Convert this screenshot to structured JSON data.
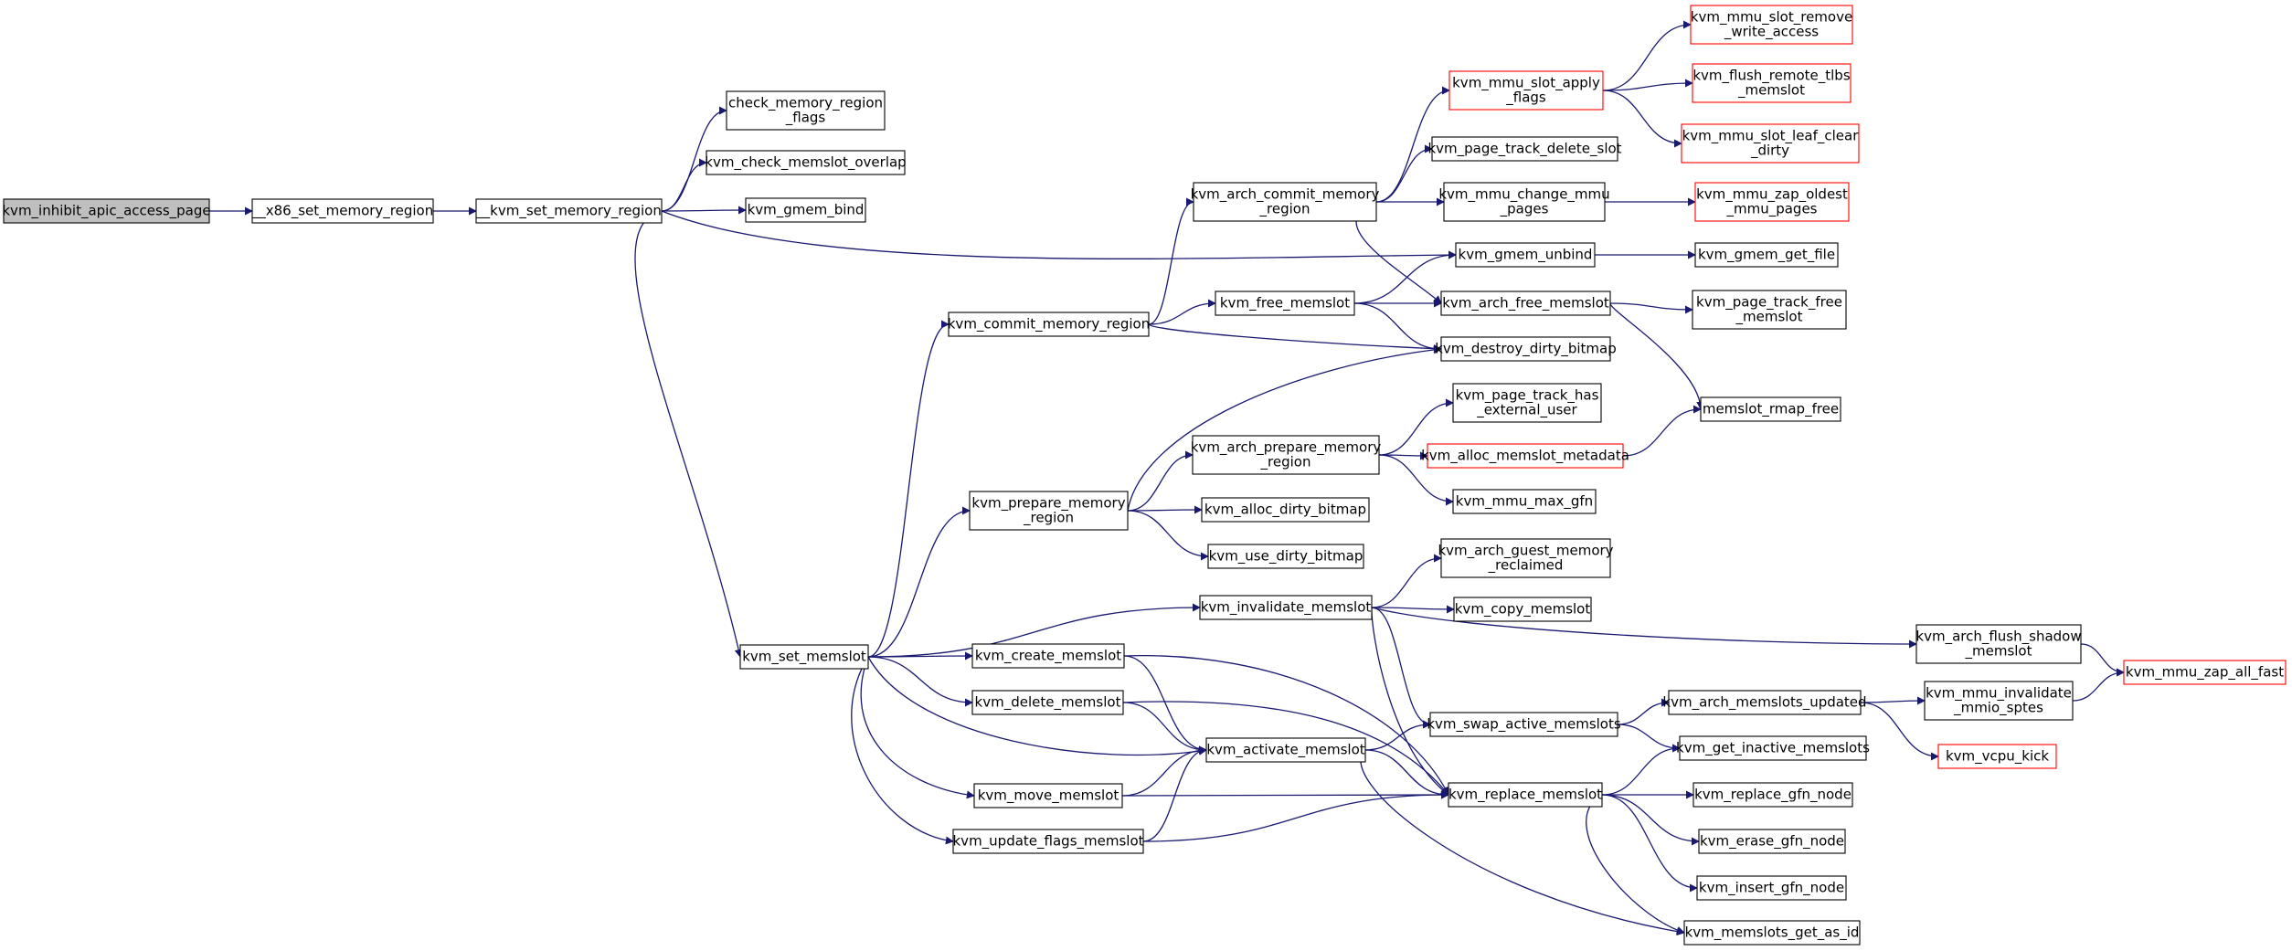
{
  "graph": {
    "colors": {
      "edge": "#191970",
      "node_border": "#000000",
      "node_border_truncated": "#ff0000",
      "root_fill": "#bfbfbf",
      "node_fill": "#ffffff"
    },
    "nodes": [
      {
        "id": "kvm_inhibit_apic_access_page",
        "lines": [
          "kvm_inhibit_apic_access_page"
        ],
        "style": "root"
      },
      {
        "id": "__x86_set_memory_region",
        "lines": [
          "__x86_set_memory_region"
        ],
        "style": "normal"
      },
      {
        "id": "__kvm_set_memory_region",
        "lines": [
          "__kvm_set_memory_region"
        ],
        "style": "normal"
      },
      {
        "id": "check_memory_region_flags",
        "lines": [
          "check_memory_region",
          "_flags"
        ],
        "style": "normal"
      },
      {
        "id": "kvm_check_memslot_overlap",
        "lines": [
          "kvm_check_memslot_overlap"
        ],
        "style": "normal"
      },
      {
        "id": "kvm_gmem_bind",
        "lines": [
          "kvm_gmem_bind"
        ],
        "style": "normal"
      },
      {
        "id": "kvm_set_memslot",
        "lines": [
          "kvm_set_memslot"
        ],
        "style": "normal"
      },
      {
        "id": "kvm_gmem_unbind",
        "lines": [
          "kvm_gmem_unbind"
        ],
        "style": "normal"
      },
      {
        "id": "kvm_commit_memory_region",
        "lines": [
          "kvm_commit_memory_region"
        ],
        "style": "normal"
      },
      {
        "id": "kvm_prepare_memory_region",
        "lines": [
          "kvm_prepare_memory",
          "_region"
        ],
        "style": "normal"
      },
      {
        "id": "kvm_invalidate_memslot",
        "lines": [
          "kvm_invalidate_memslot"
        ],
        "style": "normal"
      },
      {
        "id": "kvm_create_memslot",
        "lines": [
          "kvm_create_memslot"
        ],
        "style": "normal"
      },
      {
        "id": "kvm_delete_memslot",
        "lines": [
          "kvm_delete_memslot"
        ],
        "style": "normal"
      },
      {
        "id": "kvm_activate_memslot",
        "lines": [
          "kvm_activate_memslot"
        ],
        "style": "normal"
      },
      {
        "id": "kvm_move_memslot",
        "lines": [
          "kvm_move_memslot"
        ],
        "style": "normal"
      },
      {
        "id": "kvm_update_flags_memslot",
        "lines": [
          "kvm_update_flags_memslot"
        ],
        "style": "normal"
      },
      {
        "id": "kvm_arch_commit_memory_region",
        "lines": [
          "kvm_arch_commit_memory",
          "_region"
        ],
        "style": "normal"
      },
      {
        "id": "kvm_free_memslot",
        "lines": [
          "kvm_free_memslot"
        ],
        "style": "normal"
      },
      {
        "id": "kvm_destroy_dirty_bitmap",
        "lines": [
          "kvm_destroy_dirty_bitmap"
        ],
        "style": "normal"
      },
      {
        "id": "kvm_arch_prepare_memory_region",
        "lines": [
          "kvm_arch_prepare_memory",
          "_region"
        ],
        "style": "normal"
      },
      {
        "id": "kvm_alloc_dirty_bitmap",
        "lines": [
          "kvm_alloc_dirty_bitmap"
        ],
        "style": "normal"
      },
      {
        "id": "kvm_use_dirty_bitmap",
        "lines": [
          "kvm_use_dirty_bitmap"
        ],
        "style": "normal"
      },
      {
        "id": "kvm_mmu_slot_apply_flags",
        "lines": [
          "kvm_mmu_slot_apply",
          "_flags"
        ],
        "style": "truncated"
      },
      {
        "id": "kvm_page_track_delete_slot",
        "lines": [
          "kvm_page_track_delete_slot"
        ],
        "style": "normal"
      },
      {
        "id": "kvm_mmu_change_mmu_pages",
        "lines": [
          "kvm_mmu_change_mmu",
          "_pages"
        ],
        "style": "normal"
      },
      {
        "id": "kvm_arch_free_memslot",
        "lines": [
          "kvm_arch_free_memslot"
        ],
        "style": "normal"
      },
      {
        "id": "kvm_page_track_has_external_user",
        "lines": [
          "kvm_page_track_has",
          "_external_user"
        ],
        "style": "normal"
      },
      {
        "id": "kvm_alloc_memslot_metadata",
        "lines": [
          "kvm_alloc_memslot_metadata"
        ],
        "style": "truncated"
      },
      {
        "id": "kvm_mmu_max_gfn",
        "lines": [
          "kvm_mmu_max_gfn"
        ],
        "style": "normal"
      },
      {
        "id": "kvm_arch_guest_memory_reclaimed",
        "lines": [
          "kvm_arch_guest_memory",
          "_reclaimed"
        ],
        "style": "normal"
      },
      {
        "id": "kvm_copy_memslot",
        "lines": [
          "kvm_copy_memslot"
        ],
        "style": "normal"
      },
      {
        "id": "kvm_swap_active_memslots",
        "lines": [
          "kvm_swap_active_memslots"
        ],
        "style": "normal"
      },
      {
        "id": "kvm_replace_memslot",
        "lines": [
          "kvm_replace_memslot"
        ],
        "style": "normal"
      },
      {
        "id": "kvm_mmu_slot_remove_write_access",
        "lines": [
          "kvm_mmu_slot_remove",
          "_write_access"
        ],
        "style": "truncated"
      },
      {
        "id": "kvm_flush_remote_tlbs_memslot",
        "lines": [
          "kvm_flush_remote_tlbs",
          "_memslot"
        ],
        "style": "truncated"
      },
      {
        "id": "kvm_mmu_slot_leaf_clear_dirty",
        "lines": [
          "kvm_mmu_slot_leaf_clear",
          "_dirty"
        ],
        "style": "truncated"
      },
      {
        "id": "kvm_mmu_zap_oldest_mmu_pages",
        "lines": [
          "kvm_mmu_zap_oldest",
          "_mmu_pages"
        ],
        "style": "truncated"
      },
      {
        "id": "kvm_gmem_get_file",
        "lines": [
          "kvm_gmem_get_file"
        ],
        "style": "normal"
      },
      {
        "id": "kvm_page_track_free_memslot",
        "lines": [
          "kvm_page_track_free",
          "_memslot"
        ],
        "style": "normal"
      },
      {
        "id": "memslot_rmap_free",
        "lines": [
          "memslot_rmap_free"
        ],
        "style": "normal"
      },
      {
        "id": "kvm_arch_flush_shadow_memslot",
        "lines": [
          "kvm_arch_flush_shadow",
          "_memslot"
        ],
        "style": "normal"
      },
      {
        "id": "kvm_arch_memslots_updated",
        "lines": [
          "kvm_arch_memslots_updated"
        ],
        "style": "normal"
      },
      {
        "id": "kvm_get_inactive_memslots",
        "lines": [
          "kvm_get_inactive_memslots"
        ],
        "style": "normal"
      },
      {
        "id": "kvm_replace_gfn_node",
        "lines": [
          "kvm_replace_gfn_node"
        ],
        "style": "normal"
      },
      {
        "id": "kvm_erase_gfn_node",
        "lines": [
          "kvm_erase_gfn_node"
        ],
        "style": "normal"
      },
      {
        "id": "kvm_insert_gfn_node",
        "lines": [
          "kvm_insert_gfn_node"
        ],
        "style": "normal"
      },
      {
        "id": "kvm_memslots_get_as_id",
        "lines": [
          "kvm_memslots_get_as_id"
        ],
        "style": "normal"
      },
      {
        "id": "kvm_mmu_invalidate_mmio_sptes",
        "lines": [
          "kvm_mmu_invalidate",
          "_mmio_sptes"
        ],
        "style": "normal"
      },
      {
        "id": "kvm_vcpu_kick",
        "lines": [
          "kvm_vcpu_kick"
        ],
        "style": "truncated"
      },
      {
        "id": "kvm_mmu_zap_all_fast",
        "lines": [
          "kvm_mmu_zap_all_fast"
        ],
        "style": "truncated"
      }
    ],
    "edges": [
      [
        "kvm_inhibit_apic_access_page",
        "__x86_set_memory_region"
      ],
      [
        "__x86_set_memory_region",
        "__kvm_set_memory_region"
      ],
      [
        "__kvm_set_memory_region",
        "check_memory_region_flags"
      ],
      [
        "__kvm_set_memory_region",
        "kvm_check_memslot_overlap"
      ],
      [
        "__kvm_set_memory_region",
        "kvm_gmem_bind"
      ],
      [
        "__kvm_set_memory_region",
        "kvm_gmem_unbind"
      ],
      [
        "__kvm_set_memory_region",
        "kvm_set_memslot"
      ],
      [
        "kvm_set_memslot",
        "kvm_commit_memory_region"
      ],
      [
        "kvm_set_memslot",
        "kvm_prepare_memory_region"
      ],
      [
        "kvm_set_memslot",
        "kvm_invalidate_memslot"
      ],
      [
        "kvm_set_memslot",
        "kvm_create_memslot"
      ],
      [
        "kvm_set_memslot",
        "kvm_delete_memslot"
      ],
      [
        "kvm_set_memslot",
        "kvm_activate_memslot"
      ],
      [
        "kvm_set_memslot",
        "kvm_move_memslot"
      ],
      [
        "kvm_set_memslot",
        "kvm_update_flags_memslot"
      ],
      [
        "kvm_commit_memory_region",
        "kvm_arch_commit_memory_region"
      ],
      [
        "kvm_commit_memory_region",
        "kvm_free_memslot"
      ],
      [
        "kvm_commit_memory_region",
        "kvm_destroy_dirty_bitmap"
      ],
      [
        "kvm_prepare_memory_region",
        "kvm_destroy_dirty_bitmap"
      ],
      [
        "kvm_prepare_memory_region",
        "kvm_arch_prepare_memory_region"
      ],
      [
        "kvm_prepare_memory_region",
        "kvm_alloc_dirty_bitmap"
      ],
      [
        "kvm_prepare_memory_region",
        "kvm_use_dirty_bitmap"
      ],
      [
        "kvm_arch_commit_memory_region",
        "kvm_mmu_slot_apply_flags"
      ],
      [
        "kvm_arch_commit_memory_region",
        "kvm_page_track_delete_slot"
      ],
      [
        "kvm_arch_commit_memory_region",
        "kvm_mmu_change_mmu_pages"
      ],
      [
        "kvm_arch_commit_memory_region",
        "kvm_arch_free_memslot"
      ],
      [
        "kvm_mmu_slot_apply_flags",
        "kvm_mmu_slot_remove_write_access"
      ],
      [
        "kvm_mmu_slot_apply_flags",
        "kvm_flush_remote_tlbs_memslot"
      ],
      [
        "kvm_mmu_slot_apply_flags",
        "kvm_mmu_slot_leaf_clear_dirty"
      ],
      [
        "kvm_mmu_change_mmu_pages",
        "kvm_mmu_zap_oldest_mmu_pages"
      ],
      [
        "kvm_free_memslot",
        "kvm_gmem_unbind"
      ],
      [
        "kvm_free_memslot",
        "kvm_arch_free_memslot"
      ],
      [
        "kvm_free_memslot",
        "kvm_destroy_dirty_bitmap"
      ],
      [
        "kvm_gmem_unbind",
        "kvm_gmem_get_file"
      ],
      [
        "kvm_arch_free_memslot",
        "kvm_page_track_free_memslot"
      ],
      [
        "kvm_arch_free_memslot",
        "memslot_rmap_free"
      ],
      [
        "kvm_arch_prepare_memory_region",
        "kvm_page_track_has_external_user"
      ],
      [
        "kvm_arch_prepare_memory_region",
        "kvm_alloc_memslot_metadata"
      ],
      [
        "kvm_arch_prepare_memory_region",
        "kvm_mmu_max_gfn"
      ],
      [
        "kvm_alloc_memslot_metadata",
        "memslot_rmap_free"
      ],
      [
        "kvm_invalidate_memslot",
        "kvm_arch_guest_memory_reclaimed"
      ],
      [
        "kvm_invalidate_memslot",
        "kvm_copy_memslot"
      ],
      [
        "kvm_invalidate_memslot",
        "kvm_arch_flush_shadow_memslot"
      ],
      [
        "kvm_invalidate_memslot",
        "kvm_swap_active_memslots"
      ],
      [
        "kvm_invalidate_memslot",
        "kvm_replace_memslot"
      ],
      [
        "kvm_create_memslot",
        "kvm_activate_memslot"
      ],
      [
        "kvm_create_memslot",
        "kvm_replace_memslot"
      ],
      [
        "kvm_delete_memslot",
        "kvm_activate_memslot"
      ],
      [
        "kvm_delete_memslot",
        "kvm_replace_memslot"
      ],
      [
        "kvm_move_memslot",
        "kvm_activate_memslot"
      ],
      [
        "kvm_move_memslot",
        "kvm_replace_memslot"
      ],
      [
        "kvm_update_flags_memslot",
        "kvm_activate_memslot"
      ],
      [
        "kvm_update_flags_memslot",
        "kvm_replace_memslot"
      ],
      [
        "kvm_activate_memslot",
        "kvm_swap_active_memslots"
      ],
      [
        "kvm_activate_memslot",
        "kvm_replace_memslot"
      ],
      [
        "kvm_activate_memslot",
        "kvm_memslots_get_as_id"
      ],
      [
        "kvm_arch_flush_shadow_memslot",
        "kvm_mmu_zap_all_fast"
      ],
      [
        "kvm_swap_active_memslots",
        "kvm_arch_memslots_updated"
      ],
      [
        "kvm_swap_active_memslots",
        "kvm_get_inactive_memslots"
      ],
      [
        "kvm_arch_memslots_updated",
        "kvm_mmu_invalidate_mmio_sptes"
      ],
      [
        "kvm_arch_memslots_updated",
        "kvm_vcpu_kick"
      ],
      [
        "kvm_mmu_invalidate_mmio_sptes",
        "kvm_mmu_zap_all_fast"
      ],
      [
        "kvm_replace_memslot",
        "kvm_get_inactive_memslots"
      ],
      [
        "kvm_replace_memslot",
        "kvm_replace_gfn_node"
      ],
      [
        "kvm_replace_memslot",
        "kvm_erase_gfn_node"
      ],
      [
        "kvm_replace_memslot",
        "kvm_insert_gfn_node"
      ],
      [
        "kvm_replace_memslot",
        "kvm_memslots_get_as_id"
      ]
    ]
  }
}
